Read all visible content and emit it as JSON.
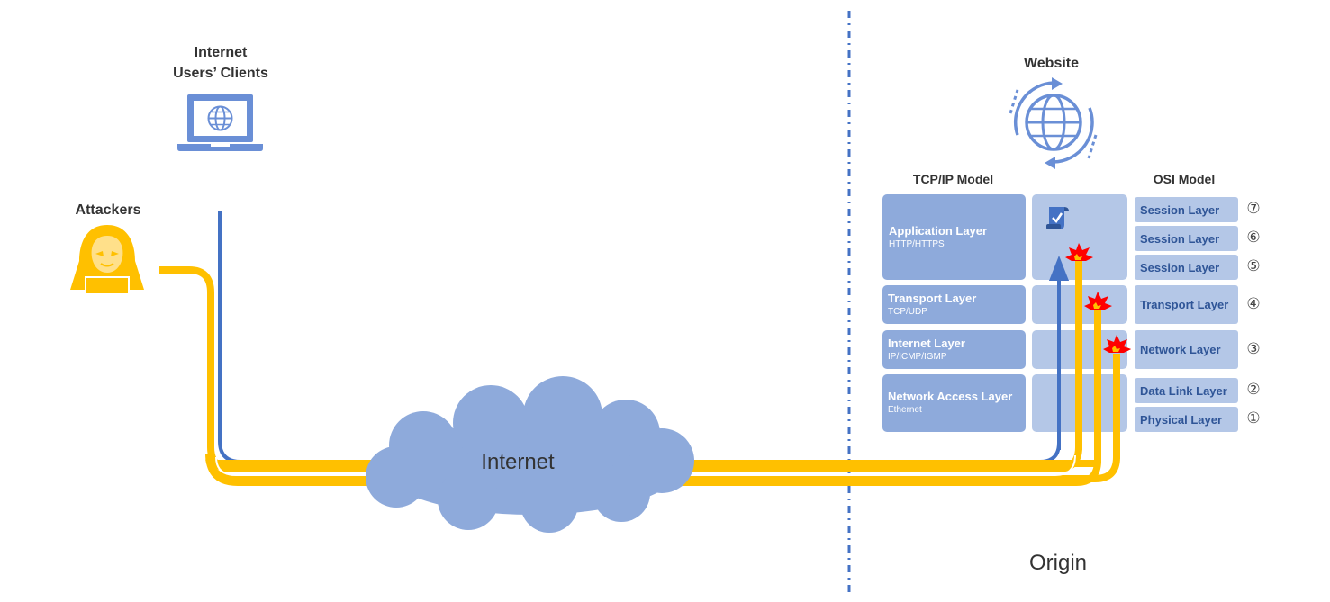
{
  "labels": {
    "internet_users_line1": "Internet",
    "internet_users_line2": "Users’ Clients",
    "attackers": "Attackers",
    "website": "Website",
    "internet_cloud": "Internet",
    "origin": "Origin",
    "tcpip_model": "TCP/IP Model",
    "osi_model": "OSI Model"
  },
  "tcpip_layers": [
    {
      "name": "Application Layer",
      "protocols": "HTTP/HTTPS"
    },
    {
      "name": "Transport Layer",
      "protocols": "TCP/UDP"
    },
    {
      "name": "Internet Layer",
      "protocols": "IP/ICMP/IGMP"
    },
    {
      "name": "Network Access Layer",
      "protocols": "Ethernet"
    }
  ],
  "osi_layers": [
    {
      "name": "Session Layer",
      "number": "⑦"
    },
    {
      "name": "Session Layer",
      "number": "⑥"
    },
    {
      "name": "Session Layer",
      "number": "⑤"
    },
    {
      "name": "Transport Layer",
      "number": "④"
    },
    {
      "name": "Network Layer",
      "number": "③"
    },
    {
      "name": "Data Link Layer",
      "number": "②"
    },
    {
      "name": "Physical Layer",
      "number": "①"
    }
  ],
  "colors": {
    "legit_path": "#4472c4",
    "attack_path": "#ffc000",
    "icon_blue": "#6a8fd6",
    "tcp_box": "#8eaadb",
    "osi_box": "#b4c7e7",
    "osi_text": "#2f5597",
    "divider": "#4472c4",
    "burst": "#ff0000"
  }
}
